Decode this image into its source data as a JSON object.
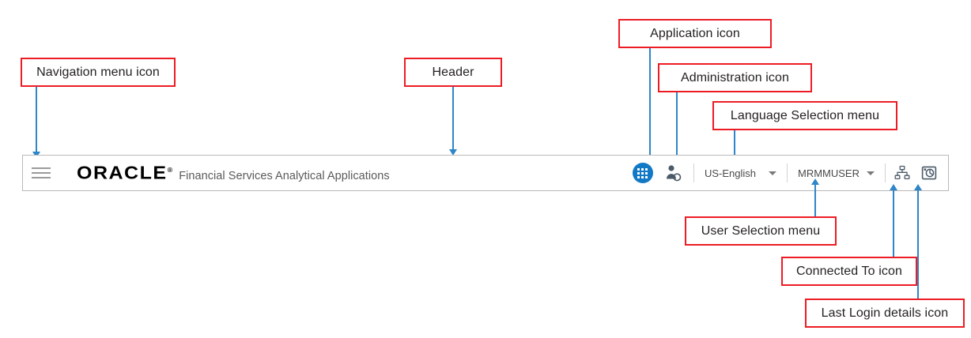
{
  "header": {
    "nav_menu_icon": "hamburger-menu-icon",
    "brand_logo": "ORACLE",
    "brand_logo_mark": "®",
    "app_title": "Financial Services Analytical Applications",
    "application_icon": "grid-application-icon",
    "administration_icon": "user-gear-administration-icon",
    "language": {
      "selected": "US-English",
      "caret": "chevron-down-icon"
    },
    "user": {
      "selected": "MRMMUSER",
      "caret": "chevron-down-icon"
    },
    "connected_to_icon": "hierarchy-connected-to-icon",
    "last_login_icon": "clock-monitor-last-login-icon"
  },
  "annotations": [
    {
      "id": "navigation-menu-icon",
      "label": "Navigation menu icon"
    },
    {
      "id": "header",
      "label": "Header"
    },
    {
      "id": "application-icon",
      "label": "Application icon"
    },
    {
      "id": "administration-icon",
      "label": "Administration icon"
    },
    {
      "id": "language-selection-menu",
      "label": "Language Selection menu"
    },
    {
      "id": "user-selection-menu",
      "label": "User Selection menu"
    },
    {
      "id": "connected-to-icon",
      "label": "Connected To icon"
    },
    {
      "id": "last-login-details-icon",
      "label": "Last Login details icon"
    }
  ],
  "colors": {
    "callout_border": "#ed1c24",
    "leader_line": "#2e86c8",
    "application_icon_blue": "#1279c6",
    "header_border": "#b9b9b9",
    "app_title_text": "#5a5a5a"
  }
}
